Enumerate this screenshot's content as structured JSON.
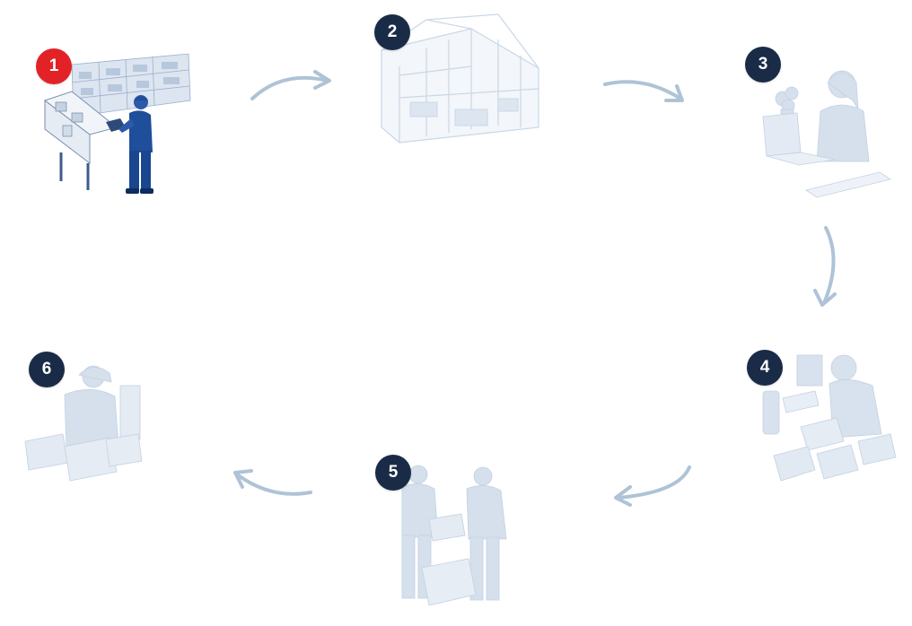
{
  "colors": {
    "active_badge": "#E32228",
    "inactive_badge": "#1A2B47",
    "active_illustration": "#1F4E9A",
    "inactive_illustration": "#C9D7E6",
    "arrow": "#AFC3D6"
  },
  "steps": [
    {
      "number": "1",
      "scene": "warehouse-worker-at-workstation",
      "active": true
    },
    {
      "number": "2",
      "scene": "warehouse-building",
      "active": false
    },
    {
      "number": "3",
      "scene": "person-at-laptop",
      "active": false
    },
    {
      "number": "4",
      "scene": "worker-packing-boxes",
      "active": false
    },
    {
      "number": "5",
      "scene": "two-workers-handing-over-box",
      "active": false
    },
    {
      "number": "6",
      "scene": "worker-scanning-packages",
      "active": false
    }
  ],
  "arrows": [
    {
      "from": "1",
      "to": "2"
    },
    {
      "from": "2",
      "to": "3"
    },
    {
      "from": "3",
      "to": "4"
    },
    {
      "from": "4",
      "to": "5"
    },
    {
      "from": "5",
      "to": "6"
    }
  ]
}
